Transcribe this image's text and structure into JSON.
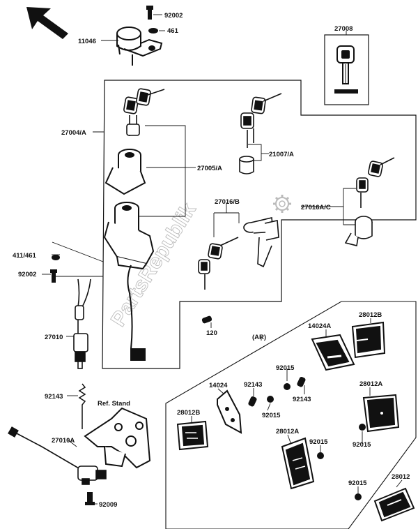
{
  "labels": {
    "p92002_top": "92002",
    "p461": "461",
    "p11046": "11046",
    "p27008": "27008",
    "p27004a": "27004/A",
    "p27005a": "27005/A",
    "p21007a": "21007/A",
    "p27016b": "27016/B",
    "p27016ac": "27016A/C",
    "p411_461": "411/461",
    "p92002_mid": "92002",
    "p27010": "27010",
    "p120": "120",
    "p92143_left": "92143",
    "ref_stand": "Ref. Stand",
    "p27010a": "27010A",
    "p92009": "92009",
    "ar": "(AR)",
    "p14024a": "14024A",
    "p28012b_top": "28012B",
    "p92015_a": "92015",
    "p92143_a": "92143",
    "p14024": "14024",
    "p92143_b": "92143",
    "p92143_c": "92143",
    "p92015_b": "92015",
    "p28012a_right": "28012A",
    "p28012b_left": "28012B",
    "p28012a_mid": "28012A",
    "p92015_c": "92015",
    "p92015_d": "92015",
    "p92015_e": "92015",
    "p28012": "28012"
  },
  "watermark": "PartsRepublik",
  "colors": {
    "ink": "#111111",
    "paper": "#ffffff",
    "watermark": "#bbbbbb"
  },
  "icons": [
    "direction-arrow-icon",
    "gear-logo-icon"
  ]
}
